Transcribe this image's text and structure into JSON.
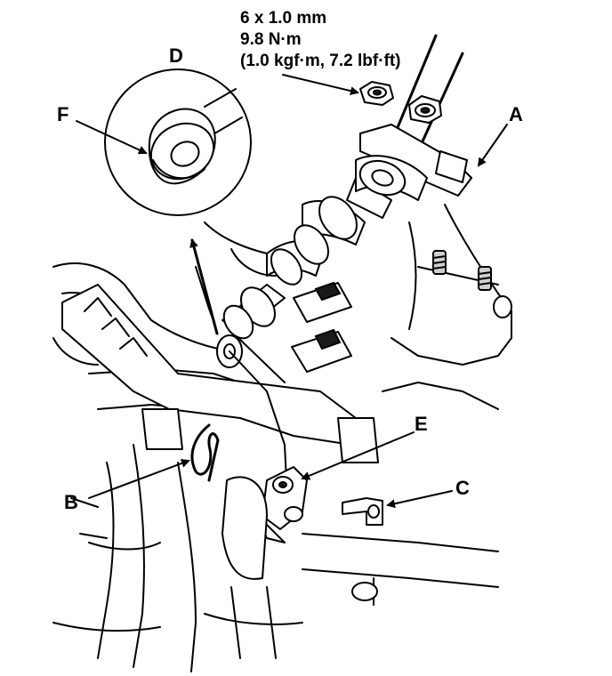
{
  "spec": {
    "line1": "6 x 1.0 mm",
    "line2": "9.8 N·m",
    "line3": "(1.0 kgf·m, 7.2 lbf·ft)"
  },
  "callouts": {
    "a": "A",
    "b": "B",
    "c": "C",
    "d": "D",
    "e": "E",
    "f": "F"
  }
}
